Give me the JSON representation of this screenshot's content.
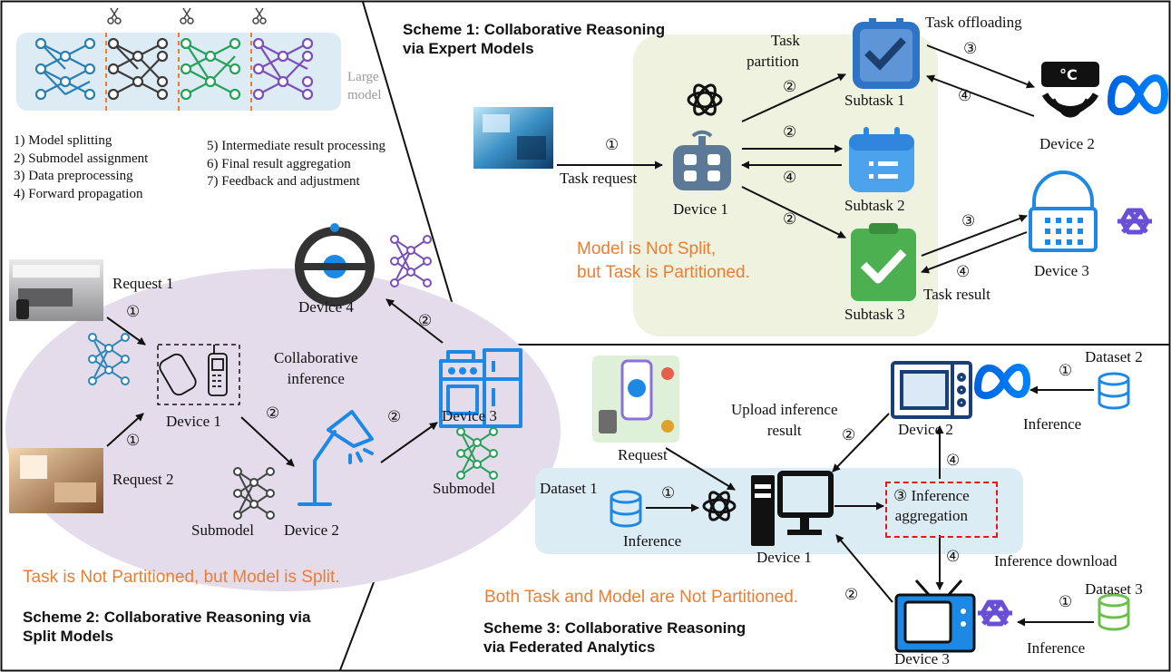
{
  "colors": {
    "orange": "#ED7D31",
    "blue": "#1E88E5",
    "green": "#2E7D32",
    "purple": "#7E57C2",
    "lavender": "#E4DCEB",
    "sage": "#EEF2DF",
    "lightblue": "#DCECF5",
    "red_dashed": "#E0191F"
  },
  "scheme1": {
    "title_line1": "Scheme 1: Collaborative Reasoning",
    "title_line2": "via Expert Models",
    "task_request": "Task request",
    "task_partition_line1": "Task",
    "task_partition_line2": "partition",
    "task_offloading": "Task offloading",
    "task_result": "Task result",
    "device1": "Device 1",
    "device2": "Device 2",
    "device3": "Device 3",
    "subtask1": "Subtask 1",
    "subtask2": "Subtask 2",
    "subtask3": "Subtask 3",
    "note_line1": "Model is Not Split,",
    "note_line2": "but Task is Partitioned.",
    "step1": "①",
    "step2": "②",
    "step3": "③",
    "step4": "④",
    "icons": [
      "smart-home-photo",
      "chatgpt-logo-icon",
      "router-icon",
      "subtask1-icon",
      "subtask2-calendar-icon",
      "subtask3-check-icon",
      "thermometer-sensor-icon",
      "meta-logo-icon",
      "smart-lock-icon",
      "qwen-logo-icon"
    ]
  },
  "scheme2": {
    "title_line1": "Scheme 2: Collaborative Reasoning via",
    "title_line2": "Split Models",
    "large_model": "Large",
    "large_model2": "model",
    "steps_left": [
      "1) Model splitting",
      "2) Submodel assignment",
      "3) Data preprocessing",
      "4) Forward propagation"
    ],
    "steps_right": [
      "5) Intermediate result processing",
      "6) Final result aggregation",
      "7) Feedback and adjustment"
    ],
    "request1": "Request 1",
    "request2": "Request 2",
    "device1": "Device 1",
    "device2": "Device 2",
    "device3": "Device 3",
    "device4": "Device 4",
    "collab_line1": "Collaborative",
    "collab_line2": "inference",
    "submodel": "Submodel",
    "note": "Task is Not Partitioned, but Model is Split.",
    "step1": "①",
    "step2": "②",
    "icons": [
      "scissors-icon",
      "neural-network-icon",
      "kitchen-photo",
      "bedroom-photo",
      "phone-icon",
      "robot-vacuum-icon",
      "desk-lamp-icon",
      "kitchen-appliance-icon"
    ]
  },
  "scheme3": {
    "title_line1": "Scheme 3: Collaborative Reasoning",
    "title_line2": "via Federated Analytics",
    "request": "Request",
    "dataset1": "Dataset 1",
    "dataset2": "Dataset 2",
    "dataset3": "Dataset 3",
    "inference": "Inference",
    "upload_line1": "Upload inference",
    "upload_line2": "result",
    "agg_line1": "③ Inference",
    "agg_line2": "aggregation",
    "inference_download": "Inference download",
    "device1": "Device 1",
    "device2": "Device 2",
    "device3": "Device 3",
    "note": "Both Task and Model are Not Partitioned.",
    "step1": "①",
    "step2": "②",
    "step4": "④",
    "icons": [
      "request-illustration",
      "database-icon",
      "chatgpt-logo-icon",
      "desktop-computer-icon",
      "microwave-icon",
      "meta-logo-icon",
      "tv-icon",
      "qwen-logo-icon"
    ]
  }
}
